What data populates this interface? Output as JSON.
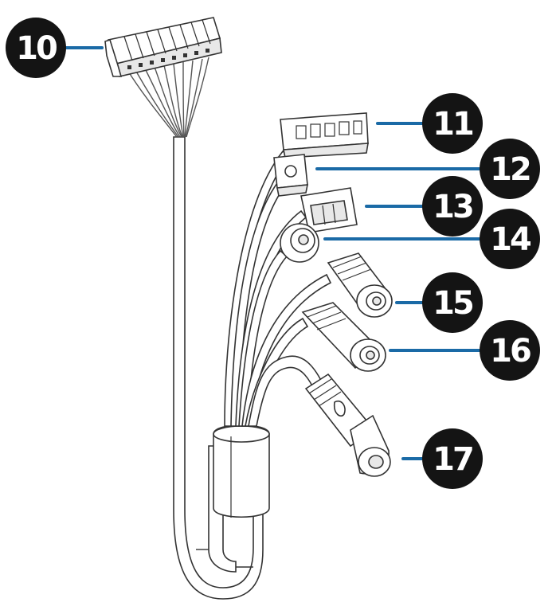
{
  "callouts": [
    {
      "id": "connector-10",
      "label": "10"
    },
    {
      "id": "connector-11",
      "label": "11"
    },
    {
      "id": "connector-12",
      "label": "12"
    },
    {
      "id": "connector-13",
      "label": "13"
    },
    {
      "id": "connector-14",
      "label": "14"
    },
    {
      "id": "connector-15",
      "label": "15"
    },
    {
      "id": "connector-16",
      "label": "16"
    },
    {
      "id": "connector-17",
      "label": "17"
    }
  ],
  "colors": {
    "leader": "#1a6aa6",
    "badge": "#141414",
    "badge_text": "#ffffff",
    "line_art": "#333333"
  }
}
